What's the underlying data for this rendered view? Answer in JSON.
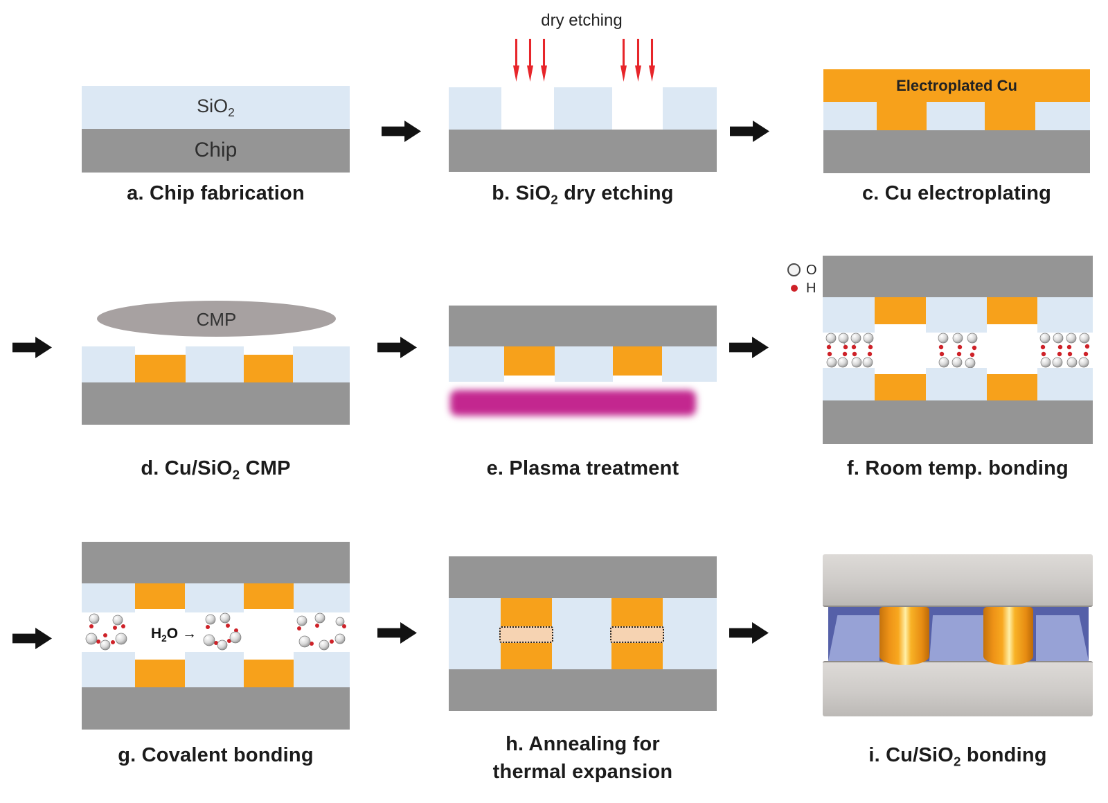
{
  "figure": {
    "description_labels": {
      "dry_etching": "dry etching",
      "electroplated_cu": "Electroplated Cu",
      "sio2_pre": "SiO",
      "sio2_sub": "2",
      "chip": "Chip",
      "cmp": "CMP",
      "h2o_pre": "H",
      "h2o_sub": "2",
      "h2o_post": "O",
      "h2o_arrow": "→",
      "legend_o": "O",
      "legend_h": "H"
    },
    "captions": {
      "a": {
        "pre": "a. Chip fabrication",
        "sub": "",
        "post": ""
      },
      "b": {
        "pre": "b. SiO",
        "sub": "2",
        "post": " dry etching"
      },
      "c": {
        "pre": "c. Cu electroplating",
        "sub": "",
        "post": ""
      },
      "d": {
        "pre": "d. Cu/SiO",
        "sub": "2",
        "post": " CMP"
      },
      "e": {
        "pre": "e. Plasma treatment",
        "sub": "",
        "post": ""
      },
      "f": {
        "pre": "f. Room temp. bonding",
        "sub": "",
        "post": ""
      },
      "g": {
        "pre": "g. Covalent bonding",
        "sub": "",
        "post": ""
      },
      "h": {
        "line1": "h. Annealing for",
        "line2": "thermal expansion"
      },
      "i": {
        "pre": "i. Cu/SiO",
        "sub": "2",
        "post": " bonding"
      }
    }
  },
  "colors": {
    "cu_orange": "#F7A11B",
    "sio2_blue": "#DCE8F4",
    "chip_gray": "#959595",
    "plasma_magenta": "#C3278F",
    "etch_arrow_red": "#E7252A",
    "flow_arrow_black": "#121212",
    "bond_interface_pink": "#F6D3B2",
    "sio2_3d_blue": "#97A2D6",
    "sio2_3d_dark": "#5560A8",
    "hydrogen_red": "#CE2128",
    "oxygen_gray": "#C9C9C9"
  }
}
